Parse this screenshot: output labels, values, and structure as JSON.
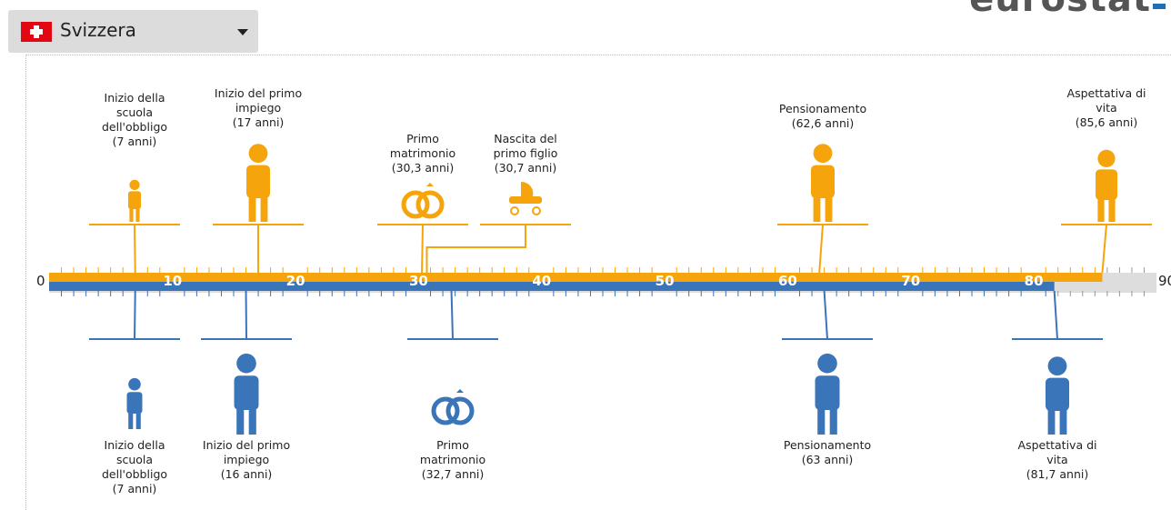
{
  "header": {
    "title": "",
    "logo_text": "eurostat"
  },
  "country_select": {
    "label": "Svizzera",
    "flag": "flag-ch-icon"
  },
  "colors": {
    "female": "#f5a40c",
    "male": "#3a74b9",
    "remaining": "#dddddd"
  },
  "axis": {
    "min": 0,
    "max": 90,
    "ticks": [
      "0",
      "10",
      "20",
      "30",
      "40",
      "50",
      "60",
      "70",
      "80",
      "90"
    ]
  },
  "female_events": [
    {
      "id": "f-school",
      "lines": [
        "Inizio della",
        "scuola",
        "dell'obbligo",
        "(7 anni)"
      ],
      "age": 7,
      "icon": "girl-icon"
    },
    {
      "id": "f-job",
      "lines": [
        "Inizio del primo",
        "impiego",
        "(17 anni)"
      ],
      "age": 17,
      "icon": "woman-worker-icon"
    },
    {
      "id": "f-marriage",
      "lines": [
        "Primo",
        "matrimonio",
        "(30,3 anni)"
      ],
      "age": 30.3,
      "icon": "rings-icon"
    },
    {
      "id": "f-child",
      "lines": [
        "Nascita del",
        "primo figlio",
        "(30,7 anni)"
      ],
      "age": 30.7,
      "icon": "stroller-icon"
    },
    {
      "id": "f-retire",
      "lines": [
        "Pensionamento",
        "(62,6 anni)"
      ],
      "age": 62.6,
      "icon": "retired-woman-icon"
    },
    {
      "id": "f-life",
      "lines": [
        "Aspettativa di",
        "vita",
        "(85,6 anni)"
      ],
      "age": 85.6,
      "icon": "old-woman-icon"
    }
  ],
  "male_events": [
    {
      "id": "m-school",
      "lines": [
        "Inizio della",
        "scuola",
        "dell'obbligo",
        "(7 anni)"
      ],
      "age": 7,
      "icon": "boy-icon"
    },
    {
      "id": "m-job",
      "lines": [
        "Inizio del primo",
        "impiego",
        "(16 anni)"
      ],
      "age": 16,
      "icon": "man-worker-icon"
    },
    {
      "id": "m-marriage",
      "lines": [
        "Primo",
        "matrimonio",
        "(32,7 anni)"
      ],
      "age": 32.7,
      "icon": "rings-icon"
    },
    {
      "id": "m-retire",
      "lines": [
        "Pensionamento",
        "(63 anni)"
      ],
      "age": 63,
      "icon": "retired-man-icon"
    },
    {
      "id": "m-life",
      "lines": [
        "Aspettativa di",
        "vita",
        "(81,7 anni)"
      ],
      "age": 81.7,
      "icon": "old-man-icon"
    }
  ]
}
